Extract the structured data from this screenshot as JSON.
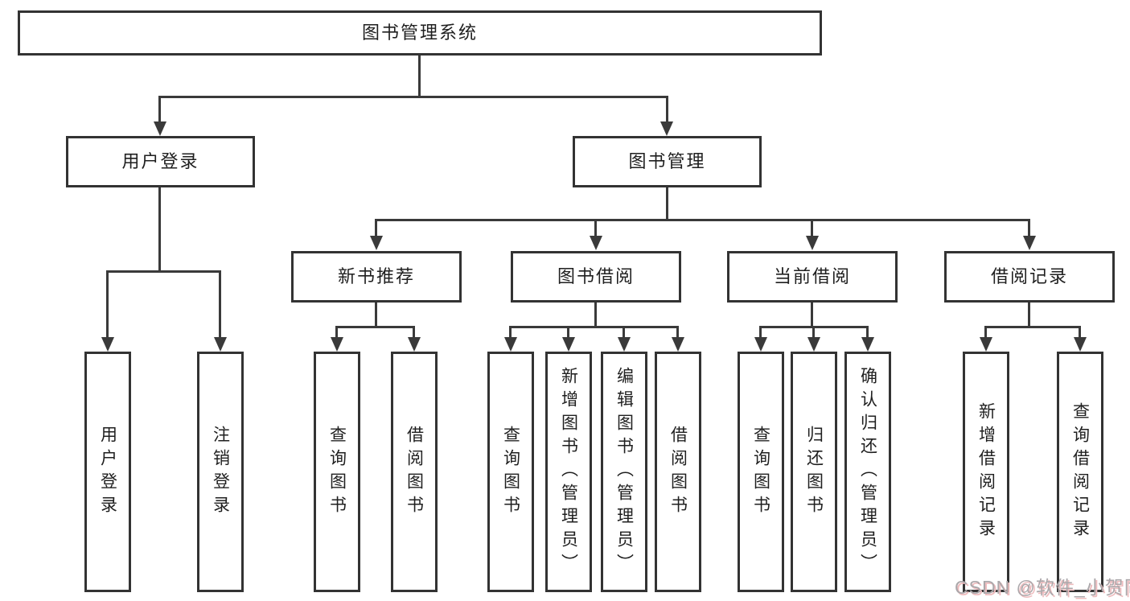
{
  "nodes": {
    "root": "图书管理系统",
    "user_login": "用户登录",
    "book_mgmt": "图书管理",
    "new_book_rec": "新书推荐",
    "book_borrow": "图书借阅",
    "current_borrow": "当前借阅",
    "borrow_records": "借阅记录",
    "ul_login": "用户登录",
    "ul_logout": "注销登录",
    "nb_query": "查询图书",
    "nb_borrow": "借阅图书",
    "bb_query": "查询图书",
    "bb_add": "新增图书（管理员）",
    "bb_edit": "编辑图书（管理员）",
    "bb_borrow": "借阅图书",
    "cb_query": "查询图书",
    "cb_return": "归还图书",
    "cb_confirm": "确认归还（管理员）",
    "br_add": "新增借阅记录",
    "br_query": "查询借阅记录"
  },
  "hierarchy": {
    "图书管理系统": [
      "用户登录",
      "图书管理"
    ],
    "用户登录": [
      "用户登录",
      "注销登录"
    ],
    "图书管理": [
      "新书推荐",
      "图书借阅",
      "当前借阅",
      "借阅记录"
    ],
    "新书推荐": [
      "查询图书",
      "借阅图书"
    ],
    "图书借阅": [
      "查询图书",
      "新增图书（管理员）",
      "编辑图书（管理员）",
      "借阅图书"
    ],
    "当前借阅": [
      "查询图书",
      "归还图书",
      "确认归还（管理员）"
    ],
    "借阅记录": [
      "新增借阅记录",
      "查询借阅记录"
    ]
  },
  "watermark": "CSDN @软件_小贺同学",
  "colors": {
    "line": "#3a3a3a",
    "box_border": "#333333",
    "text": "#1f1f1f",
    "background": "#ffffff",
    "watermark_gray": "#aba7aa",
    "watermark_pink": "#eebcbe"
  }
}
